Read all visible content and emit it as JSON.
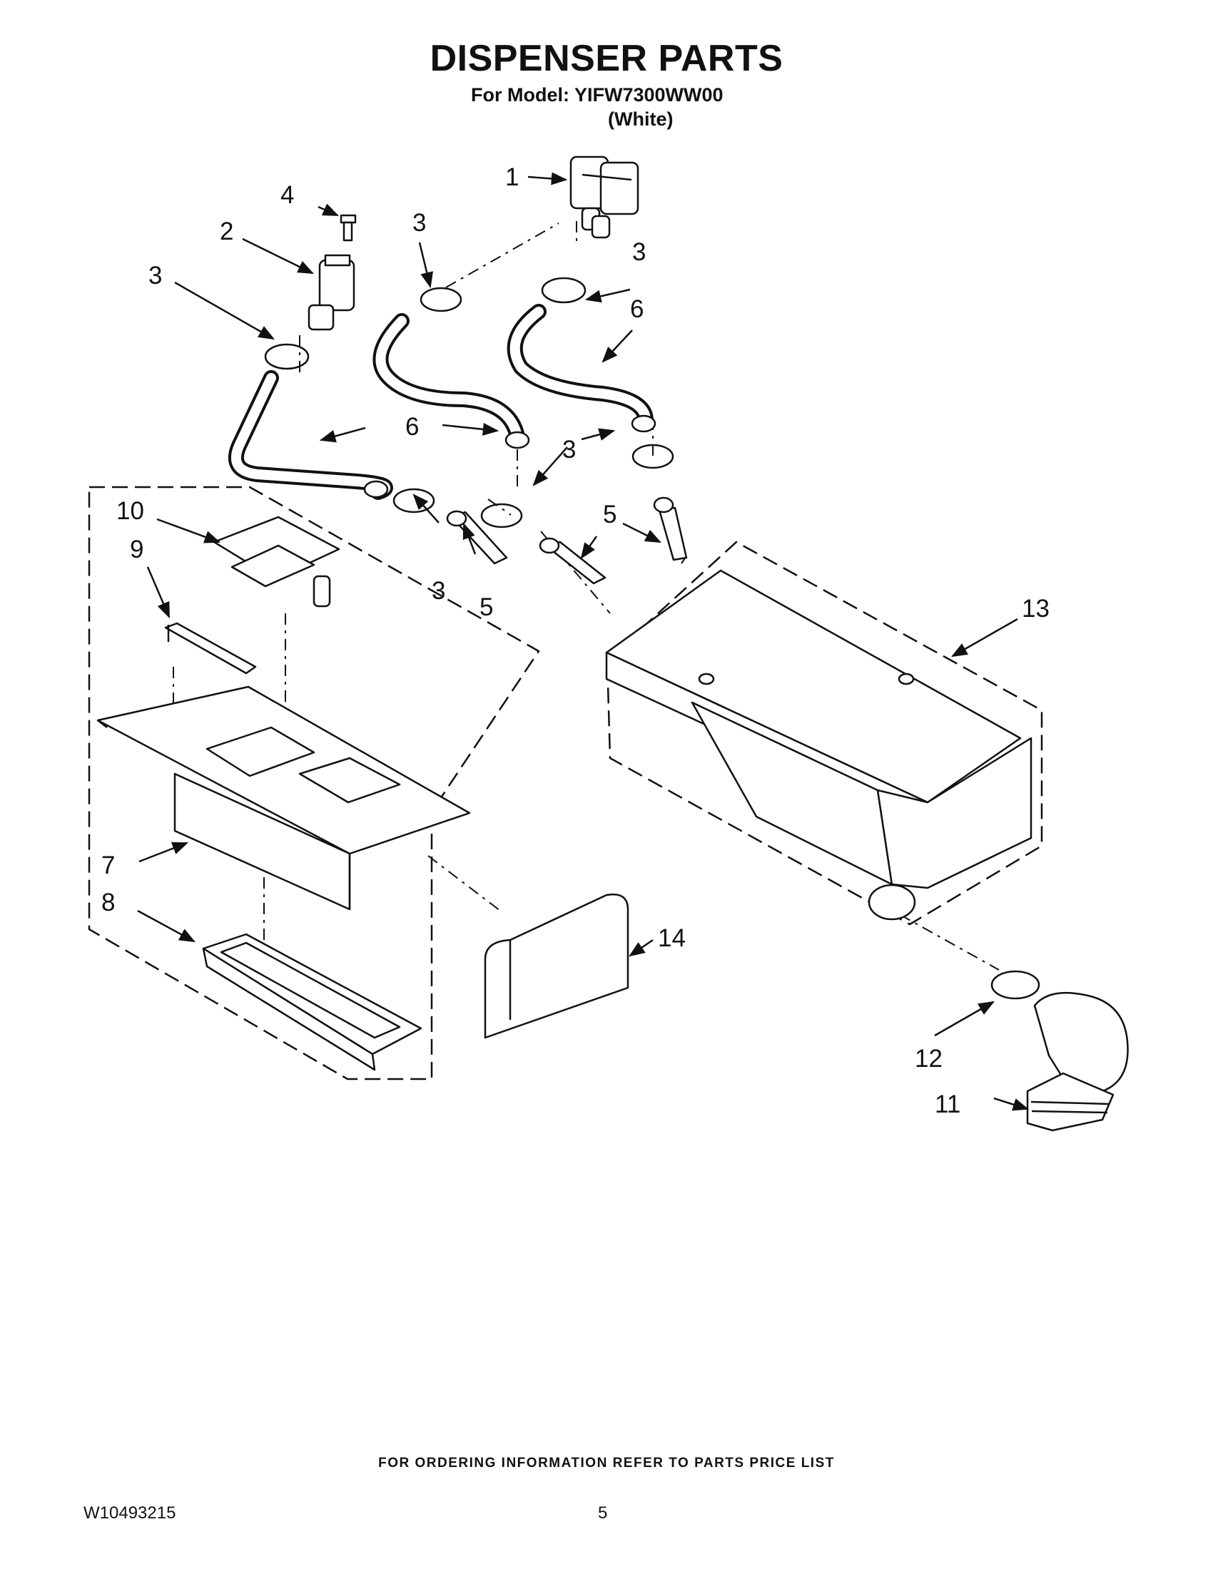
{
  "header": {
    "title": "DISPENSER PARTS",
    "model_line": "For Model: YIFW7300WW00",
    "color_line": "(White)"
  },
  "callouts": [
    {
      "id": "c1",
      "text": "1"
    },
    {
      "id": "c2",
      "text": "2"
    },
    {
      "id": "c3a",
      "text": "3"
    },
    {
      "id": "c3b",
      "text": "3"
    },
    {
      "id": "c3c",
      "text": "3"
    },
    {
      "id": "c3d",
      "text": "3"
    },
    {
      "id": "c3e",
      "text": "3"
    },
    {
      "id": "c4",
      "text": "4"
    },
    {
      "id": "c5a",
      "text": "5"
    },
    {
      "id": "c5b",
      "text": "5"
    },
    {
      "id": "c6a",
      "text": "6"
    },
    {
      "id": "c6b",
      "text": "6"
    },
    {
      "id": "c7",
      "text": "7"
    },
    {
      "id": "c8",
      "text": "8"
    },
    {
      "id": "c9",
      "text": "9"
    },
    {
      "id": "c10",
      "text": "10"
    },
    {
      "id": "c11",
      "text": "11"
    },
    {
      "id": "c12",
      "text": "12"
    },
    {
      "id": "c13",
      "text": "13"
    },
    {
      "id": "c14",
      "text": "14"
    }
  ],
  "footer": {
    "ordering_note": "FOR ORDERING INFORMATION REFER TO PARTS PRICE LIST",
    "document_number": "W10493215",
    "page_number": "5"
  }
}
